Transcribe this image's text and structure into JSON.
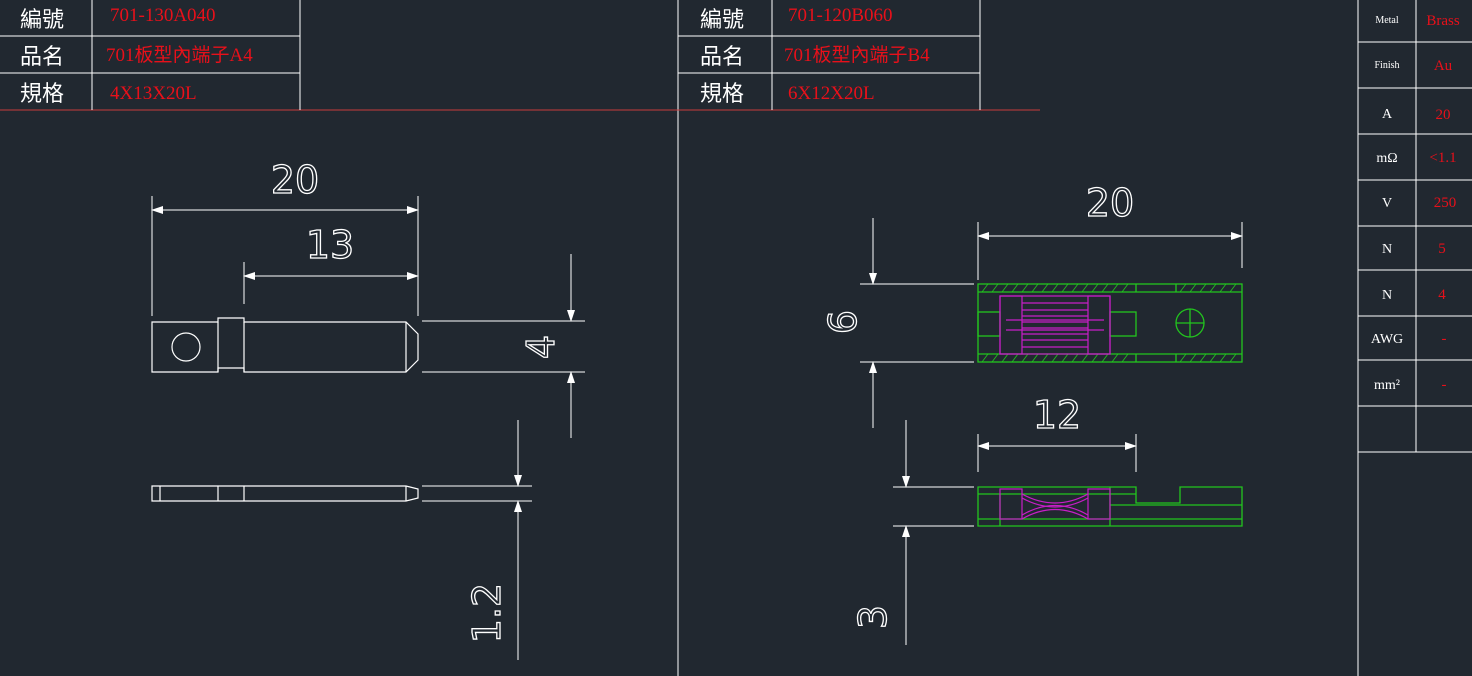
{
  "left_part": {
    "code_label": "編號",
    "code_value": "701-130A040",
    "name_label": "品名",
    "name_value": "701板型內端子A4",
    "spec_label": "規格",
    "spec_value": "4X13X20L",
    "dims": {
      "length": "20",
      "partial": "13",
      "width": "4",
      "thickness": "1.2"
    }
  },
  "right_part": {
    "code_label": "編號",
    "code_value": "701-120B060",
    "name_label": "品名",
    "name_value": "701板型內端子B4",
    "spec_label": "規格",
    "spec_value": "6X12X20L",
    "dims": {
      "length": "20",
      "partial": "12",
      "width": "6",
      "thickness": "3"
    }
  },
  "spec_table": {
    "rows": [
      {
        "label": "Metal",
        "value": "Brass"
      },
      {
        "label": "Finish",
        "value": "Au"
      },
      {
        "label": "A",
        "value": "20"
      },
      {
        "label": "mΩ",
        "value": "<1.1"
      },
      {
        "label": "V",
        "value": "250"
      },
      {
        "label": "N",
        "value": "5"
      },
      {
        "label": "N",
        "value": "4"
      },
      {
        "label": "AWG",
        "value": "-"
      },
      {
        "label": "mm²",
        "value": "-"
      },
      {
        "label": "",
        "value": ""
      }
    ]
  },
  "colors": {
    "background": "#212830",
    "line": "#ffffff",
    "value_text": "#e8101a",
    "part_green": "#22c51e",
    "part_magenta": "#c81ec8"
  }
}
